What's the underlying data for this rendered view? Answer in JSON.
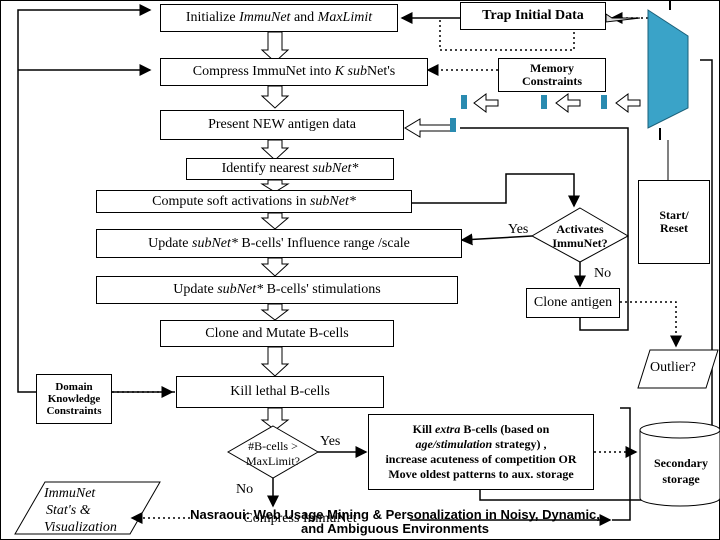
{
  "boxes": {
    "initialize": "Initialize ImmuNet and MaxLimit",
    "initialize_parts": [
      "Initialize ",
      "ImmuNet",
      " and ",
      "MaxLimit"
    ],
    "trap": "Trap Initial Data",
    "compress_k": [
      "Compress ImmuNet into ",
      "K sub",
      "Net's"
    ],
    "memory": [
      "Memory",
      "Constraints"
    ],
    "present": "Present NEW antigen data",
    "identify": [
      "Identify nearest ",
      "subNet*"
    ],
    "compute": [
      "Compute soft activations in ",
      "subNet*"
    ],
    "update_influence": [
      "Update ",
      "subNet*",
      " B-cells' Influence range /scale"
    ],
    "update_stim": [
      "Update ",
      "subNet*",
      " B-cells' stimulations"
    ],
    "clone_antigen": "Clone antigen",
    "clone_mutate": "Clone and Mutate B-cells",
    "kill_lethal": "Kill lethal B-cells",
    "kill_extra": [
      "Kill ",
      "extra",
      " B-cells (based on",
      "age/stimulation",
      " strategy) ,",
      "increase acuteness of competition OR",
      "Move oldest patterns to aux. storage"
    ],
    "domain_knowledge": [
      "Domain",
      "Knowledge",
      "Constraints"
    ],
    "start_reset": [
      "Start/",
      "Reset"
    ],
    "outlier": "Outlier?",
    "secondary_storage": [
      "Secondary",
      "storage"
    ],
    "stats": [
      "ImmuNet",
      "Stat's &",
      "Visualization"
    ],
    "compress_immunet": "Compress ImmuNet"
  },
  "decisions": {
    "activates": [
      "Activates",
      "ImmuNet?"
    ],
    "bcells": [
      "#B-cells >",
      "MaxLimit?"
    ]
  },
  "labels": {
    "yes_top": "Yes",
    "no_top": "No",
    "yes_bottom": "Yes",
    "no_bottom": "No"
  },
  "footer": [
    "Nasraoui: Web Usage Mining & Personalization in Noisy, Dynamic,",
    "and Ambiguous Environments"
  ],
  "colors": {
    "accent": "#3aa3c8",
    "border": "#000000",
    "background": "#ffffff"
  }
}
